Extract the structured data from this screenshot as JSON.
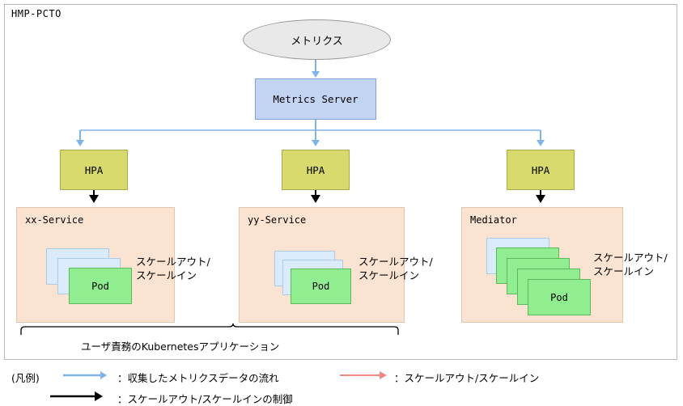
{
  "frame": {
    "title": "HMP-PCTO"
  },
  "nodes": {
    "metrics_source": {
      "label": "メトリクス",
      "shape": "ellipse",
      "fill": "#e9e9e9",
      "stroke": "#9a9a9a"
    },
    "metrics_server": {
      "label": "Metrics Server",
      "shape": "rect",
      "fill": "#c3d3f2",
      "stroke": "#7fa3d8"
    }
  },
  "hpa": [
    {
      "label": "HPA",
      "fill": "#d9da6e",
      "stroke": "#a9aa4e"
    },
    {
      "label": "HPA",
      "fill": "#d9da6e",
      "stroke": "#a9aa4e"
    },
    {
      "label": "HPA",
      "fill": "#d9da6e",
      "stroke": "#a9aa4e"
    }
  ],
  "services": [
    {
      "label": "xx-Service",
      "pod_label": "Pod",
      "blue_pods": 2,
      "green_pods": 1,
      "scale_label_line1": "スケールアウト/",
      "scale_label_line2": "スケールイン"
    },
    {
      "label": "yy-Service",
      "pod_label": "Pod",
      "blue_pods": 2,
      "green_pods": 1,
      "scale_label_line1": "スケールアウト/",
      "scale_label_line2": "スケールイン"
    },
    {
      "label": "Mediator",
      "pod_label": "Pod",
      "blue_pods": 1,
      "green_pods": 4,
      "scale_label_line1": "スケールアウト/",
      "scale_label_line2": "スケールイン"
    }
  ],
  "bracket": {
    "caption": "ユーザ責務のKubernetesアプリケーション"
  },
  "legend": {
    "title": "(凡例)",
    "items": [
      {
        "arrow_color": "#7fb4e8",
        "text": "：収集したメトリクスデータの流れ"
      },
      {
        "arrow_color": "#000000",
        "text": "：スケールアウト/スケールインの制御"
      },
      {
        "arrow_color": "#f08b84",
        "text": "：スケールアウト/スケールイン"
      }
    ]
  },
  "colors": {
    "blue_arrow": "#7fb4e8",
    "black_arrow": "#000000",
    "red_arrow": "#f08b84",
    "service_fill": "#fae3d0",
    "service_stroke": "#e4c5ad",
    "pod_blue_fill": "#dcebfb",
    "pod_blue_stroke": "#a9cbec",
    "pod_green_fill": "#90ee90",
    "pod_green_stroke": "#5cb85c"
  }
}
